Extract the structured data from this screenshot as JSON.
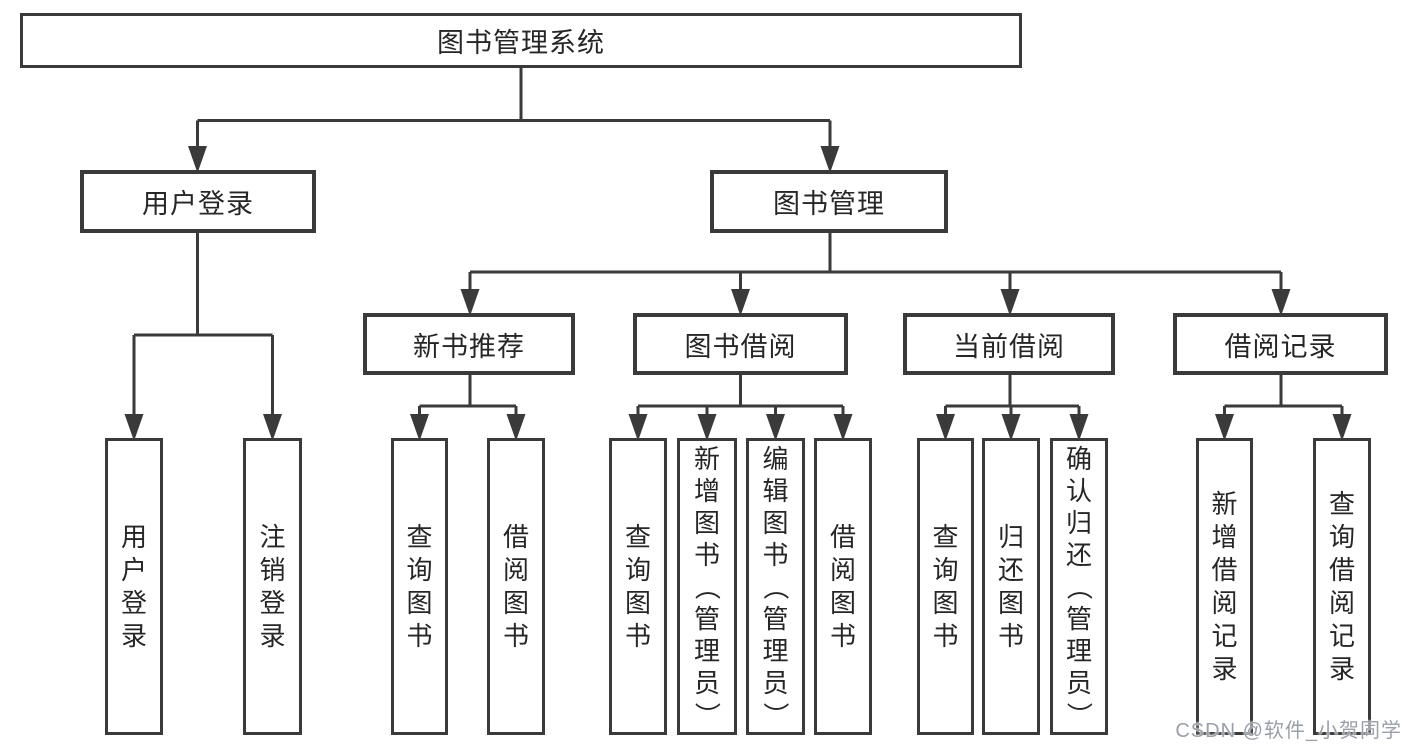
{
  "diagram": {
    "title": "图书管理系统",
    "watermark": "CSDN @软件_小贺同学",
    "colors": {
      "line": "#3a3a3a",
      "text": "#262626",
      "background": "#ffffff",
      "watermark": "#9aa0a8"
    },
    "nodes": [
      {
        "id": "root",
        "label": "图书管理系统",
        "orientation": "horizontal"
      },
      {
        "id": "user-login",
        "label": "用户登录",
        "orientation": "horizontal"
      },
      {
        "id": "book-management",
        "label": "图书管理",
        "orientation": "horizontal"
      },
      {
        "id": "new-book-recommendation",
        "label": "新书推荐",
        "orientation": "horizontal"
      },
      {
        "id": "book-borrowing",
        "label": "图书借阅",
        "orientation": "horizontal"
      },
      {
        "id": "current-borrowing",
        "label": "当前借阅",
        "orientation": "horizontal"
      },
      {
        "id": "borrowing-records",
        "label": "借阅记录",
        "orientation": "horizontal"
      },
      {
        "id": "leaf-user-login",
        "label": "用户登录",
        "orientation": "vertical"
      },
      {
        "id": "leaf-logout",
        "label": "注销登录",
        "orientation": "vertical"
      },
      {
        "id": "leaf-query-books-recommend",
        "label": "查询图书",
        "orientation": "vertical"
      },
      {
        "id": "leaf-borrow-books-recommend",
        "label": "借阅图书",
        "orientation": "vertical"
      },
      {
        "id": "leaf-query-books-borrow",
        "label": "查询图书",
        "orientation": "vertical"
      },
      {
        "id": "leaf-add-books-admin",
        "label": "新增图书（管理员）",
        "orientation": "vertical"
      },
      {
        "id": "leaf-edit-books-admin",
        "label": "编辑图书（管理员）",
        "orientation": "vertical"
      },
      {
        "id": "leaf-borrow-books",
        "label": "借阅图书",
        "orientation": "vertical"
      },
      {
        "id": "leaf-query-books-current",
        "label": "查询图书",
        "orientation": "vertical"
      },
      {
        "id": "leaf-return-books",
        "label": "归还图书",
        "orientation": "vertical"
      },
      {
        "id": "leaf-confirm-return-admin",
        "label": "确认归还（管理员）",
        "orientation": "vertical"
      },
      {
        "id": "leaf-add-borrow-record",
        "label": "新增借阅记录",
        "orientation": "vertical"
      },
      {
        "id": "leaf-query-borrow-record",
        "label": "查询借阅记录",
        "orientation": "vertical"
      }
    ]
  }
}
